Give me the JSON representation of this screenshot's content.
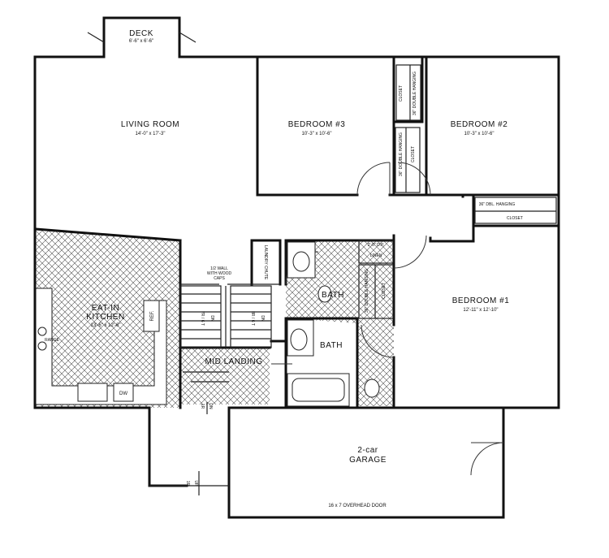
{
  "plan": {
    "rooms": {
      "deck": {
        "name": "DECK",
        "dims": "6'-6\" x 6'-6\""
      },
      "living_room": {
        "name": "LIVING ROOM",
        "dims": "14'-0\" x 17'-3\""
      },
      "bedroom3": {
        "name": "BEDROOM #3",
        "dims": "10'-3\" x 10'-6\""
      },
      "bedroom2": {
        "name": "BEDROOM #2",
        "dims": "10'-3\" x 10'-6\""
      },
      "bedroom1": {
        "name": "BEDROOM #1",
        "dims": "12'-11\" x 12'-10\""
      },
      "kitchen": {
        "name_line1": "EAT-IN",
        "name_line2": "KITCHEN",
        "dims": "13'-6\" x 12'-6\""
      },
      "bath_upper": {
        "name": "BATH"
      },
      "bath_lower": {
        "name": "BATH"
      },
      "mid_landing": {
        "name": "MID LANDING"
      },
      "garage": {
        "name_line1": "2-car",
        "name_line2": "GARAGE",
        "door": "16 x 7 OVERHEAD DOOR"
      }
    },
    "closets": {
      "closet_a": "CLOSET",
      "closet_a_hanging": "36\" DOUBLE HANGING",
      "closet_b": "CLOSET",
      "closet_b_hanging": "36\" DOUBLE HANGING",
      "closet_c_hanging": "36\" DBL. HANGING",
      "closet_c": "CLOSET",
      "linen_size": "2'-0\" D.P.",
      "linen": "LINEN",
      "closet_d": "CLOSET",
      "closet_d_hanging": "36\" DOUBLE HANGING"
    },
    "kitchen_fixtures": {
      "ref": "REF.",
      "range": "RANGE",
      "dw": "DW"
    },
    "stairs": {
      "wall_note_1": "1/2 WALL",
      "wall_note_2": "WITH WOOD",
      "wall_note_3": "CAPS",
      "dn_count_1": "7R / 6 T",
      "dn_count_2": "8R / 6 T",
      "dn_label": "DN",
      "lower_dn_1": "DN",
      "lower_dn_2": "DN",
      "lower_up": "UP",
      "laundry_note": "LAUNDRY CHUTE",
      "r_1": "1R",
      "r_2": "1R"
    }
  }
}
